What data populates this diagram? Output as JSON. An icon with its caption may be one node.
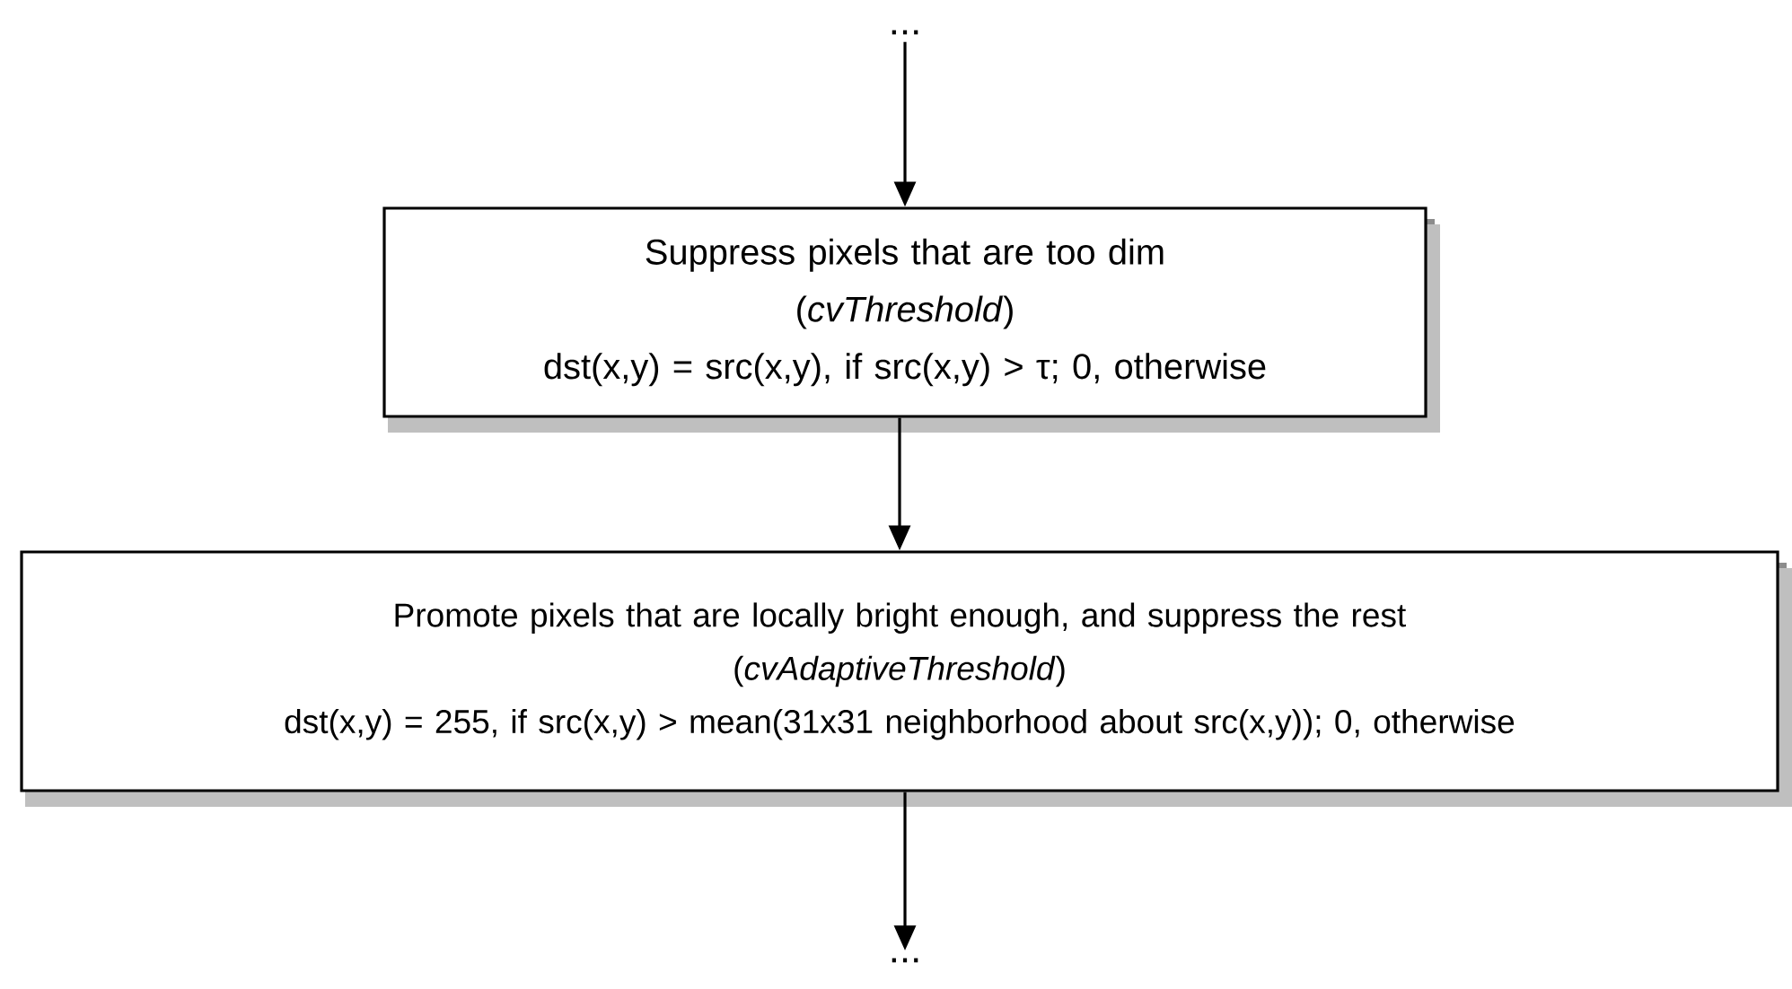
{
  "diagram": {
    "nodes": [
      {
        "text": [
          "..."
        ]
      },
      {
        "text": [
          "Suppress pixels that are too dim",
          "(*cvThreshold*)",
          "dst(x,y) = src(x,y), if src(x,y) > τ; 0, otherwise"
        ]
      },
      {
        "text": [
          "Promote pixels that are locally bright enough, and suppress the rest",
          "(*cvAdaptiveThreshold*)",
          "dst(x,y) = 255, if src(x,y) > mean(31x31 neighborhood about src(x,y)); 0, otherwise"
        ]
      },
      {
        "text": [
          "..."
        ]
      }
    ],
    "edges": [
      {
        "from": 0,
        "to": 1,
        "arrow": "to"
      },
      {
        "from": 1,
        "to": 2,
        "arrow": "to"
      },
      {
        "from": 2,
        "to": 3,
        "arrow": "to"
      }
    ]
  }
}
